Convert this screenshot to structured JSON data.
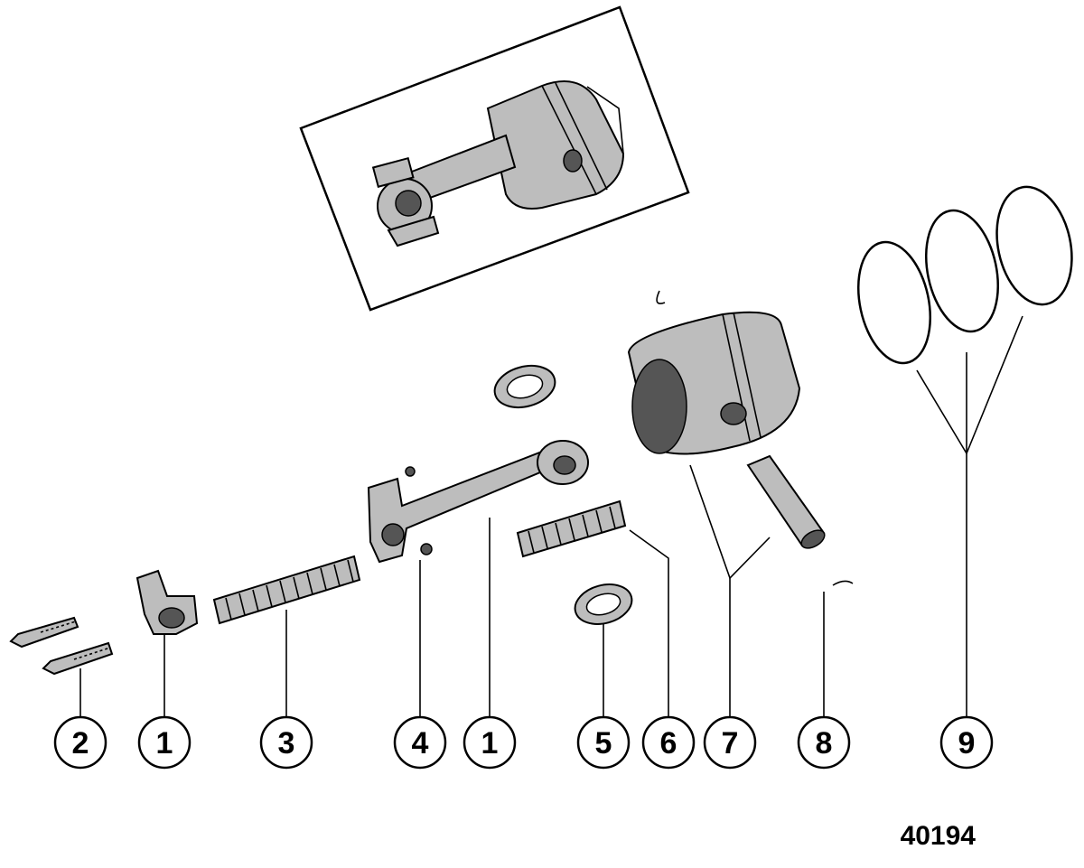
{
  "callouts": [
    "2",
    "1",
    "3",
    "4",
    "1",
    "5",
    "6",
    "7",
    "8",
    "9"
  ],
  "figure_number": "40194",
  "parts": [
    "inset-assembly-icon",
    "connecting-rod-bolt-icon",
    "connecting-rod-cap-icon",
    "needle-bearing-icon",
    "alignment-pin-icon",
    "connecting-rod-icon",
    "thrust-washer-icon",
    "piston-pin-bearing-icon",
    "piston-icon",
    "piston-pin-icon",
    "lock-ring-icon",
    "piston-ring-icon"
  ]
}
